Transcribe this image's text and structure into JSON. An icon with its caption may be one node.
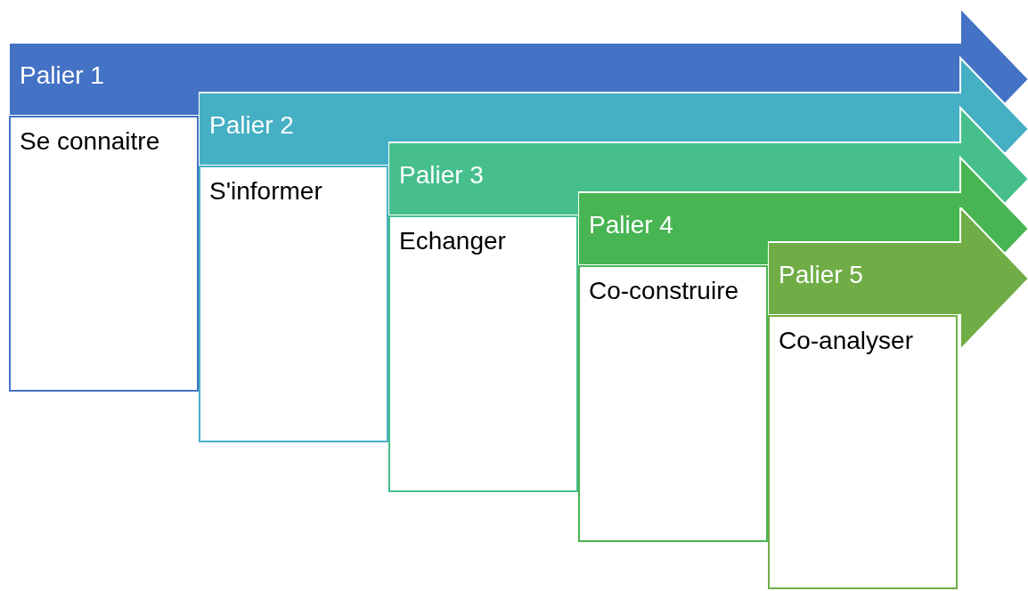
{
  "diagram": {
    "nodes": [
      {
        "text": [
          "Palier 1"
        ]
      },
      {
        "text": [
          "Se connaitre"
        ]
      },
      {
        "text": [
          "Palier 2"
        ]
      },
      {
        "text": [
          "S'informer"
        ]
      },
      {
        "text": [
          "Palier 3"
        ]
      },
      {
        "text": [
          "Echanger"
        ]
      },
      {
        "text": [
          "Palier 4"
        ]
      },
      {
        "text": [
          "Co-construire"
        ]
      },
      {
        "text": [
          "Palier 5"
        ]
      },
      {
        "text": [
          "Co-analyser"
        ]
      }
    ]
  }
}
